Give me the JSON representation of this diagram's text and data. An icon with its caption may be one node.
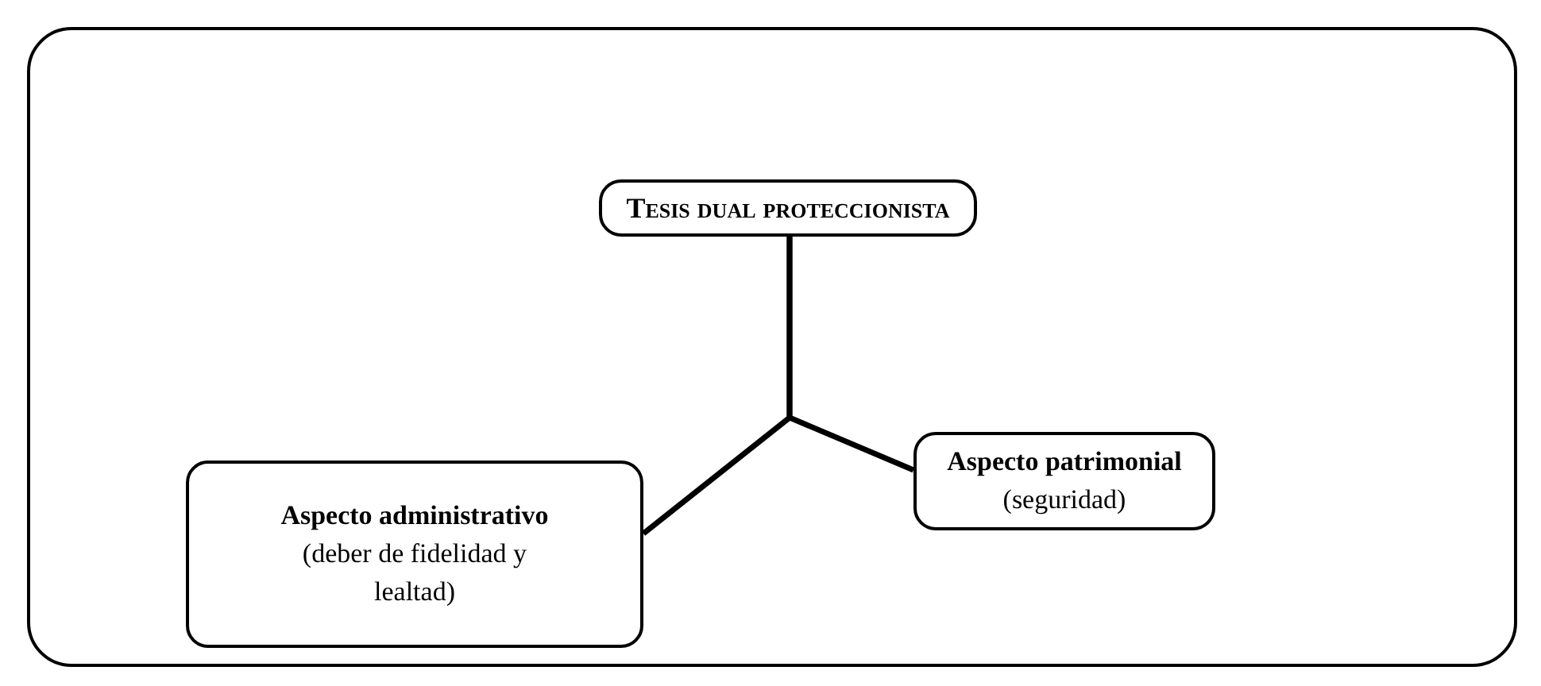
{
  "diagram": {
    "nodes": [
      {
        "text": [
          "Tesis dual proteccionista"
        ]
      },
      {
        "text": [
          "Aspecto administrativo",
          "(deber de fidelidad y lealtad)"
        ]
      },
      {
        "text": [
          "Aspecto patrimonial",
          "(seguridad)"
        ]
      }
    ],
    "edges": [
      {
        "from": 0,
        "to": 1,
        "arrow": "none"
      },
      {
        "from": 0,
        "to": 2,
        "arrow": "none"
      }
    ]
  }
}
